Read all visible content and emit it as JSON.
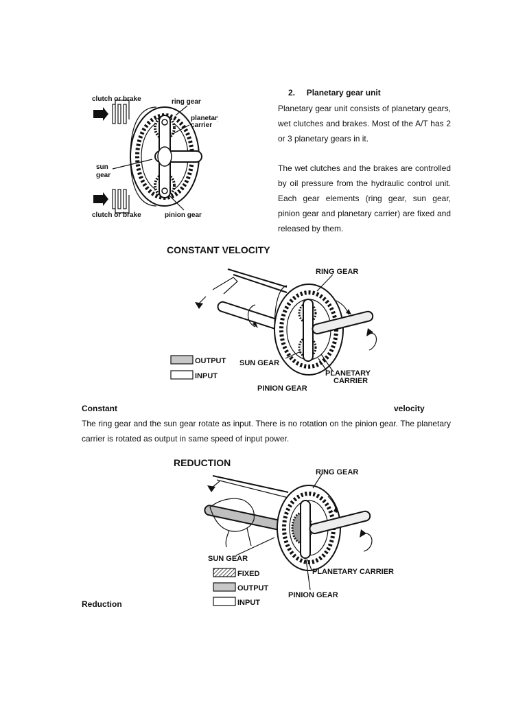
{
  "section": {
    "number": "2.",
    "title": "Planetary gear unit",
    "paragraph1": "Planetary gear unit consists of planetary gears, wet clutches and brakes. Most of the A/T has 2 or 3 planetary gears in it.",
    "paragraph2": "The wet clutches and the brakes are controlled by oil pressure from the hydraulic control unit. Each gear elements (ring gear, sun gear, pinion gear and planetary carrier) are fixed and released by them."
  },
  "figure1": {
    "labels": {
      "clutch_top": "clutch or brake",
      "ring_gear": "ring gear",
      "planetary_carrier_1": "planetary",
      "planetary_carrier_2": "carrier",
      "sun_gear_1": "sun",
      "sun_gear_2": "gear",
      "clutch_bottom": "clutch or brake",
      "pinion_gear": "pinion gear"
    }
  },
  "figure2": {
    "title": "CONSTANT VELOCITY",
    "labels": {
      "ring_gear": "RING GEAR",
      "sun_gear": "SUN GEAR",
      "pinion_gear": "PINION GEAR",
      "planetary_carrier_1": "PLANETARY",
      "planetary_carrier_2": "CARRIER"
    },
    "legend": {
      "output": "OUTPUT",
      "input": "INPUT"
    }
  },
  "caption_constant": {
    "left": "Constant",
    "right": "velocity"
  },
  "constant_text": "The ring gear and the sun gear rotate as input. There is no rotation on the pinion gear. The planetary carrier is rotated as output in same speed of input power.",
  "figure3": {
    "title": "REDUCTION",
    "labels": {
      "ring_gear": "RING GEAR",
      "sun_gear": "SUN GEAR",
      "planetary_carrier": "PLANETARY CARRIER",
      "pinion_gear": "PINION GEAR"
    },
    "legend": {
      "fixed": "FIXED",
      "output": "OUTPUT",
      "input": "INPUT"
    }
  },
  "caption_reduction": "Reduction"
}
